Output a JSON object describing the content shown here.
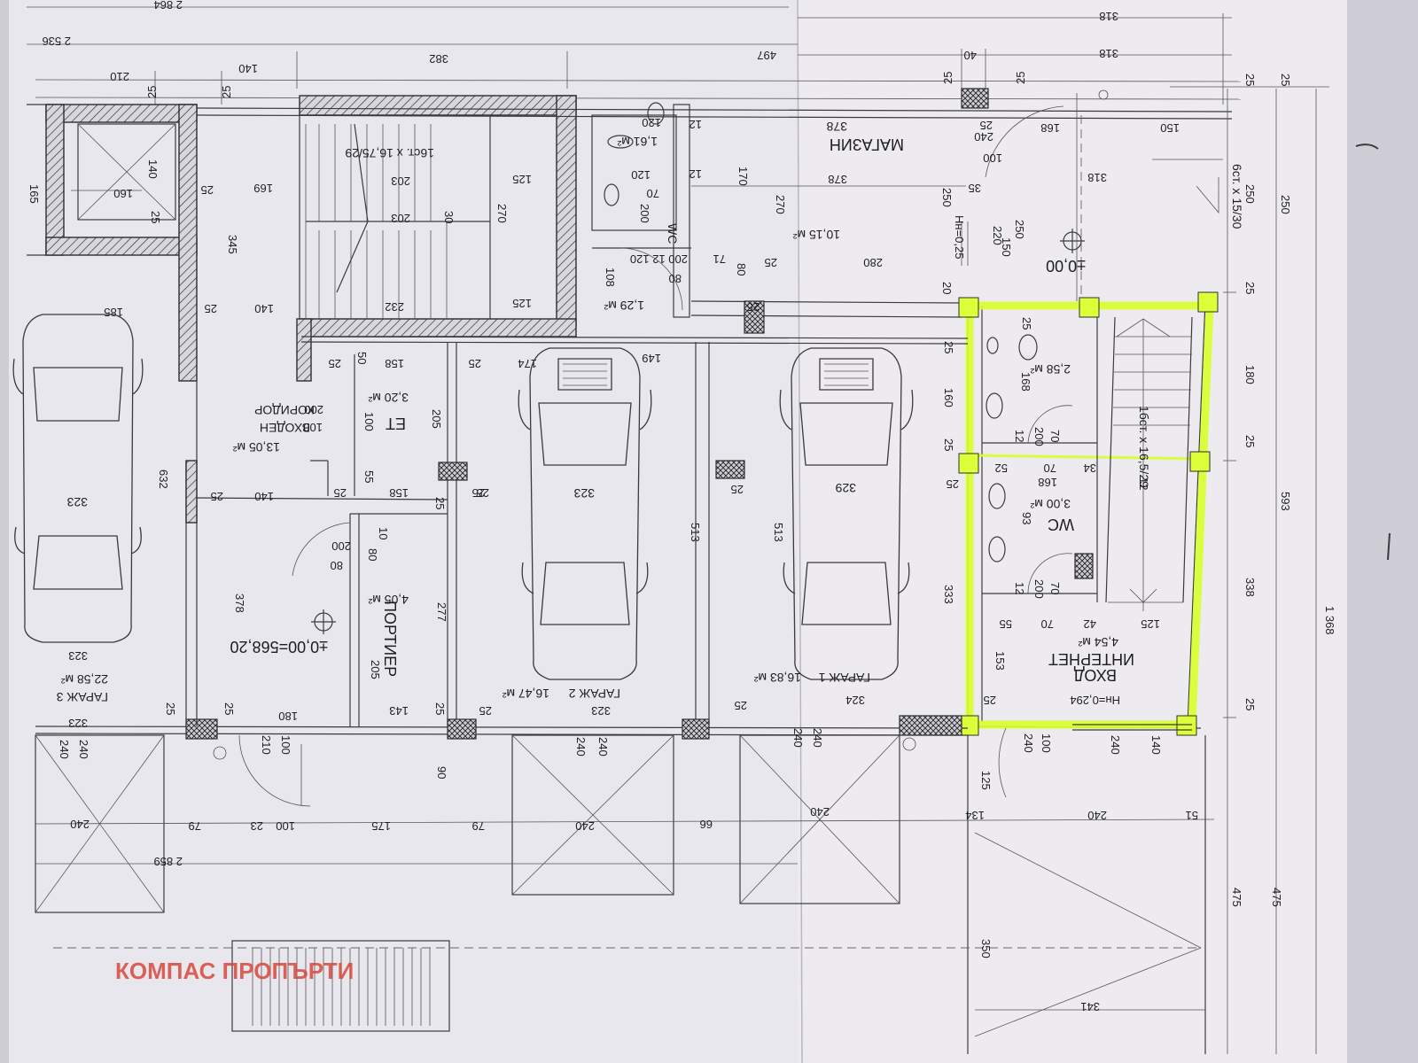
{
  "watermark": "КОМПАС ПРОПЪРТИ",
  "rooms": {
    "magazin": {
      "name": "МАГАЗИН",
      "area": "10,15 м²",
      "width": "378"
    },
    "wc_small_area": "1,61 м²",
    "wc_label": "WC",
    "lobby_area": "1,29 м²",
    "stairs_top": "16ст. х 16,75/29",
    "vhod_korid": {
      "name1": "ВХОДЕН",
      "name2": "КОРИДОР",
      "area": "13,05 м²"
    },
    "et": {
      "name": "ЕТ",
      "area": "3,20 м²"
    },
    "portier": {
      "name": "ПОРТИЕР",
      "area": "4,05 м²"
    },
    "level_main": "±0,00=568,20",
    "level_right": "±0,00",
    "garazh1": {
      "name": "ГАРАЖ 1",
      "area": "16,83 м²",
      "w": "324",
      "l": "329"
    },
    "garazh2": {
      "name": "ГАРАЖ 2",
      "area": "16,47 м²",
      "w": "323",
      "l": "323"
    },
    "garazh3": {
      "name": "ГАРАЖ 3",
      "area": "22,58 м²",
      "w": "323",
      "l": "323"
    },
    "wc_upper_area": "2,58 м²",
    "wc_lower": {
      "name": "WC",
      "area": "3,00 м²"
    },
    "vhod_internet": {
      "name1": "ВХОД",
      "name2": "ИНТЕРНЕТ",
      "area": "4,54 м²"
    },
    "stairs_right": "1бст. х 16,5/29",
    "stairs_entry": "6ст. х 15/30",
    "hn1": "Hн=0,294",
    "hn2": "Hн=0,25"
  },
  "dims": {
    "top_2864": "2 864",
    "top_2536": "2 536",
    "top_318a": "318",
    "top_318b": "318",
    "top_210": "210",
    "top_140": "140",
    "top_382": "382",
    "top_497": "497",
    "top_40": "40",
    "top_25a": "25",
    "top_25b": "25",
    "top_25c": "25",
    "top_25d": "25",
    "bot_2859": "2 859",
    "bot_240": "240",
    "bot_79a": "79",
    "bot_23": "23",
    "bot_100": "100",
    "bot_175": "175",
    "bot_79b": "79",
    "bot_240b": "240",
    "bot_66": "66",
    "bot_240c": "240",
    "bot_134": "134",
    "bot_240d": "240",
    "bot_51": "51",
    "bot_341": "341",
    "r_250a": "250",
    "r_250b": "250",
    "r_25a": "25",
    "r_180": "180",
    "r_25b": "25",
    "r_593": "593",
    "r_338": "338",
    "r_1368": "1 368",
    "r_475a": "475",
    "r_475b": "475",
    "l_165": "165",
    "l_185": "185",
    "l_632": "632",
    "l_345": "345",
    "l_378": "378",
    "m_169": "169",
    "m_125a": "125",
    "m_125b": "125",
    "m_203a": "203",
    "m_203b": "203",
    "m_270a": "270",
    "m_232": "232",
    "m_140a": "140",
    "m_140b": "140",
    "m_25x": "25",
    "m_158": "158",
    "m_50": "50",
    "m_174": "174",
    "m_149": "149",
    "m_205a": "205",
    "m_205b": "205",
    "m_277": "277",
    "m_100a": "100",
    "m_55": "55",
    "m_10": "10",
    "m_80": "80",
    "m_143": "143",
    "m_180": "180",
    "m_513a": "513",
    "m_513b": "513",
    "m_333": "333",
    "m_160": "160",
    "m_170": "170",
    "m_270b": "270",
    "m_280": "280",
    "m_108": "108",
    "m_71": "71",
    "m_80b": "80",
    "m_20": "20",
    "m_168a": "168",
    "m_168b": "168",
    "m_150": "150",
    "m_220": "220",
    "m_100b": "100",
    "m_240": "240",
    "m_25r": "25",
    "m_70a": "70",
    "m_70b": "70",
    "m_200a": "200",
    "m_200b": "200",
    "m_52": "52",
    "m_34": "34",
    "m_93": "93",
    "m_55b": "55",
    "m_42": "42",
    "m_125c": "125",
    "m_153": "153",
    "m_12a": "12",
    "m_12b": "12",
    "m_140c": "140",
    "m_125d": "125",
    "m_350": "350",
    "m_90": "90",
    "m_240e": "240",
    "m_240f": "240",
    "m_100c": "100",
    "m_210": "210",
    "m_240g": "240",
    "m_240h": "240",
    "m_240i": "240",
    "m_120a": "120",
    "m_120b": "120",
    "m_70c": "70",
    "m_200c": "200",
    "m_140d": "140",
    "m_160b": "160",
    "m_25y": "25",
    "m_378b": "378",
    "m_318c": "318",
    "m_12c": "12"
  }
}
